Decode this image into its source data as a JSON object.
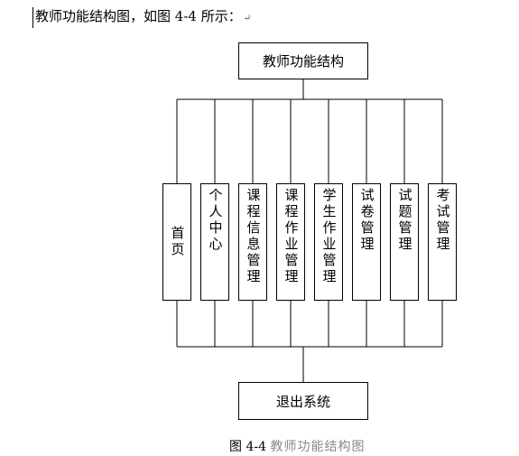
{
  "intro_text": "教师功能结构图，如图 4-4 所示：",
  "paragraph_mark": "↵",
  "top_box": "教师功能结构",
  "bottom_box": "退出系统",
  "modules": [
    "首页",
    "个人中心",
    "课程信息管理",
    "课程作业管理",
    "学生作业管理",
    "试卷管理",
    "试题管理",
    "考试管理"
  ],
  "caption": {
    "label": "图 4-4",
    "title": "教师功能结构图"
  }
}
